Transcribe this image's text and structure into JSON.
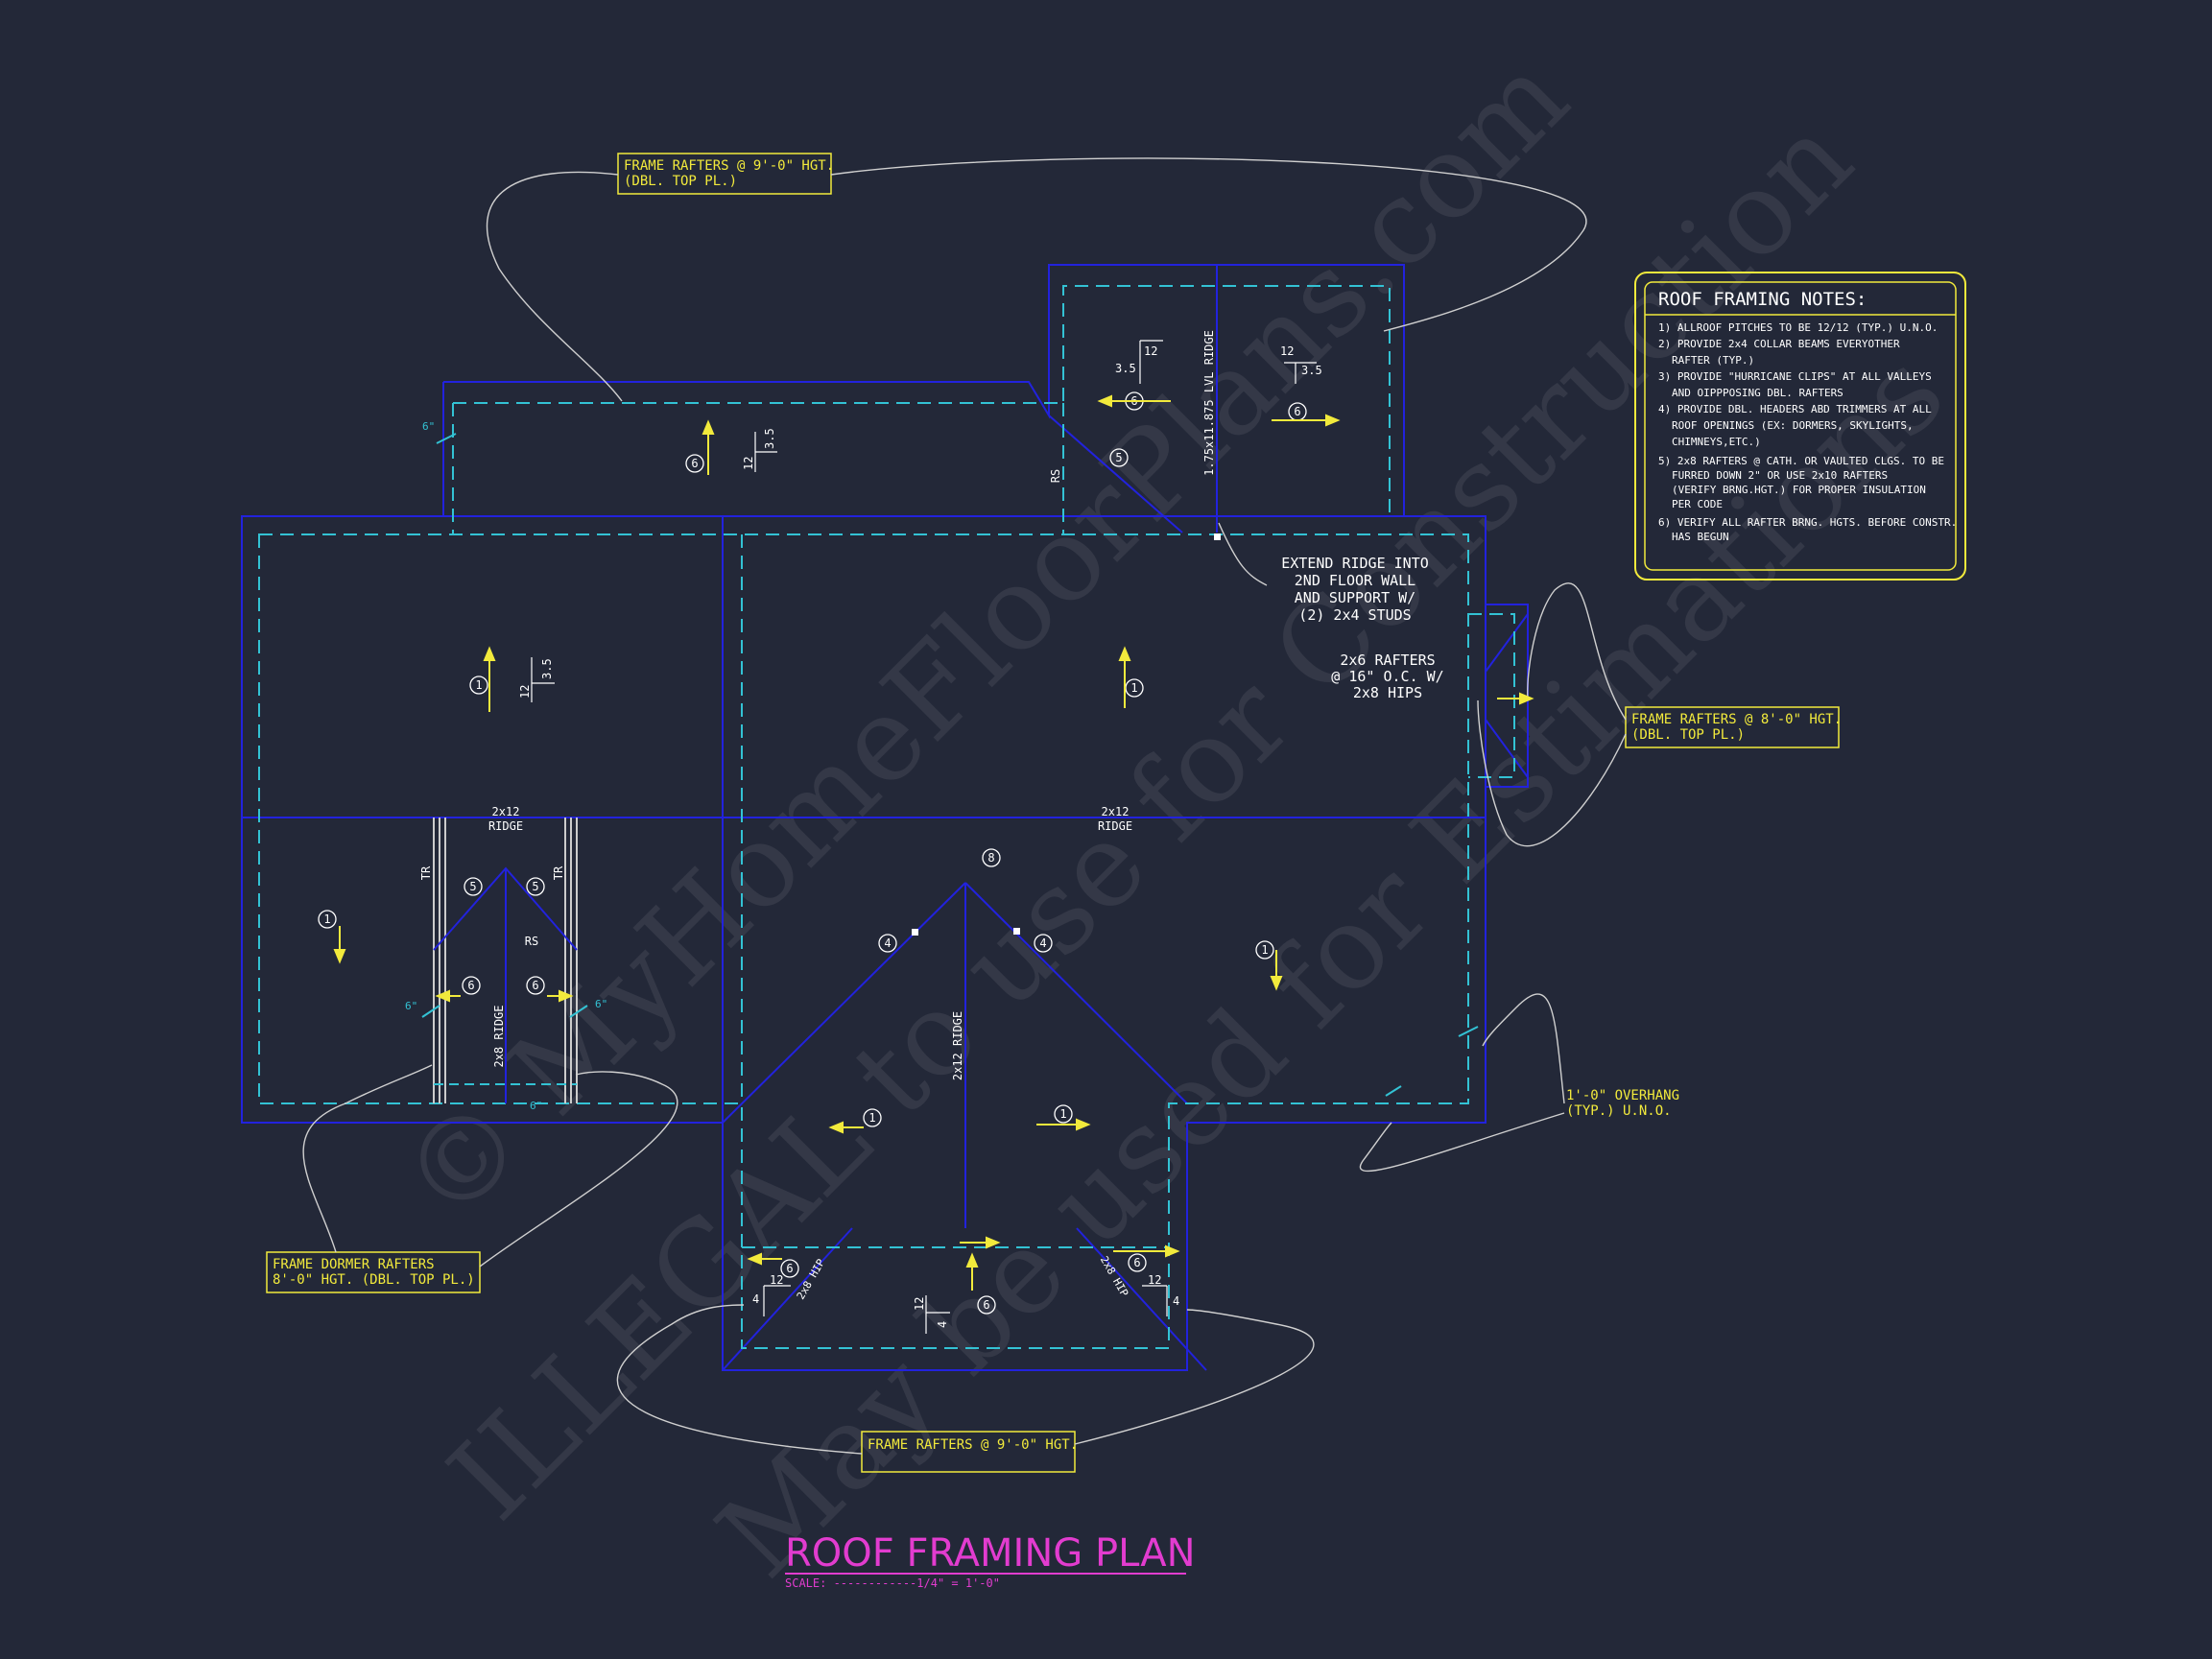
{
  "title": "ROOF FRAMING PLAN",
  "scale": "SCALE: ------------1/4\" = 1'-0\"",
  "watermark": {
    "line1": "© MyHomeFloorPlans.com",
    "line2": "ILLEGAL to use for Construction",
    "line3": "May be used for Estimations"
  },
  "notes": {
    "heading": "ROOF FRAMING NOTES:",
    "lines": [
      "1) ALLROOF PITCHES TO BE  12/12 (TYP.) U.N.O.",
      "2) PROVIDE 2x4 COLLAR BEAMS EVERYOTHER",
      "RAFTER (TYP.)",
      "3) PROVIDE \"HURRICANE CLIPS\" AT ALL VALLEYS",
      "AND OIPPPOSING DBL. RAFTERS",
      "4) PROVIDE DBL. HEADERS ABD TRIMMERS AT ALL",
      "ROOF OPENINGS (EX: DORMERS, SKYLIGHTS,",
      "CHIMNEYS,ETC.)",
      "5) 2x8 RAFTERS @ CATH. OR VAULTED CLGS. TO BE",
      "FURRED DOWN 2\" OR USE 2x10 RAFTERS",
      "(VERIFY BRNG.HGT.) FOR PROPER INSULATION",
      "PER CODE",
      "6) VERIFY ALL RAFTER BRNG. HGTS. BEFORE CONSTR.",
      "HAS BEGUN"
    ]
  },
  "callouts": {
    "top_left_1": "FRAME RAFTERS @ 9'-0\" HGT.",
    "top_left_2": "(DBL. TOP PL.)",
    "right_1": "FRAME RAFTERS @ 8'-0\" HGT.",
    "right_2": "(DBL. TOP PL.)",
    "dormer_1": "FRAME DORMER RAFTERS",
    "dormer_2": "8'-0\" HGT. (DBL. TOP PL.)",
    "bottom": "FRAME RAFTERS @ 9'-0\" HGT.",
    "overhang_1": "1'-0\" OVERHANG",
    "overhang_2": "(TYP.) U.N.O."
  },
  "annotations": {
    "extend_1": "EXTEND RIDGE INTO",
    "extend_2": "2ND FLOOR WALL",
    "extend_3": "AND SUPPORT W/",
    "extend_4": "(2) 2x4 STUDS",
    "rafters_1": "2x6 RAFTERS",
    "rafters_2": "@ 16\" O.C. W/",
    "rafters_3": "2x8 HIPS",
    "ridge_left_1": "2x12",
    "ridge_left_2": "RIDGE",
    "ridge_right_1": "2x12",
    "ridge_right_2": "RIDGE",
    "ridge_vert": "2x12 RIDGE",
    "dormer_ridge": "2x8 RIDGE",
    "lvl": "1.75x11.875 LVL RIDGE",
    "rs": "RS",
    "tr": "TR",
    "hip": "2x8 HIP",
    "six_in": "6\"",
    "pitch_12": "12",
    "pitch_35": "3.5",
    "pitch_4": "4",
    "tag_1": "1",
    "tag_4": "4",
    "tag_5": "5",
    "tag_6": "6",
    "tag_8": "8"
  },
  "colors": {
    "background": "#232838",
    "wall": "#2222dd",
    "overhang": "#33c2d4",
    "text": "#ffffff",
    "callout": "#f2ea3c",
    "title": "#e23ccf"
  }
}
